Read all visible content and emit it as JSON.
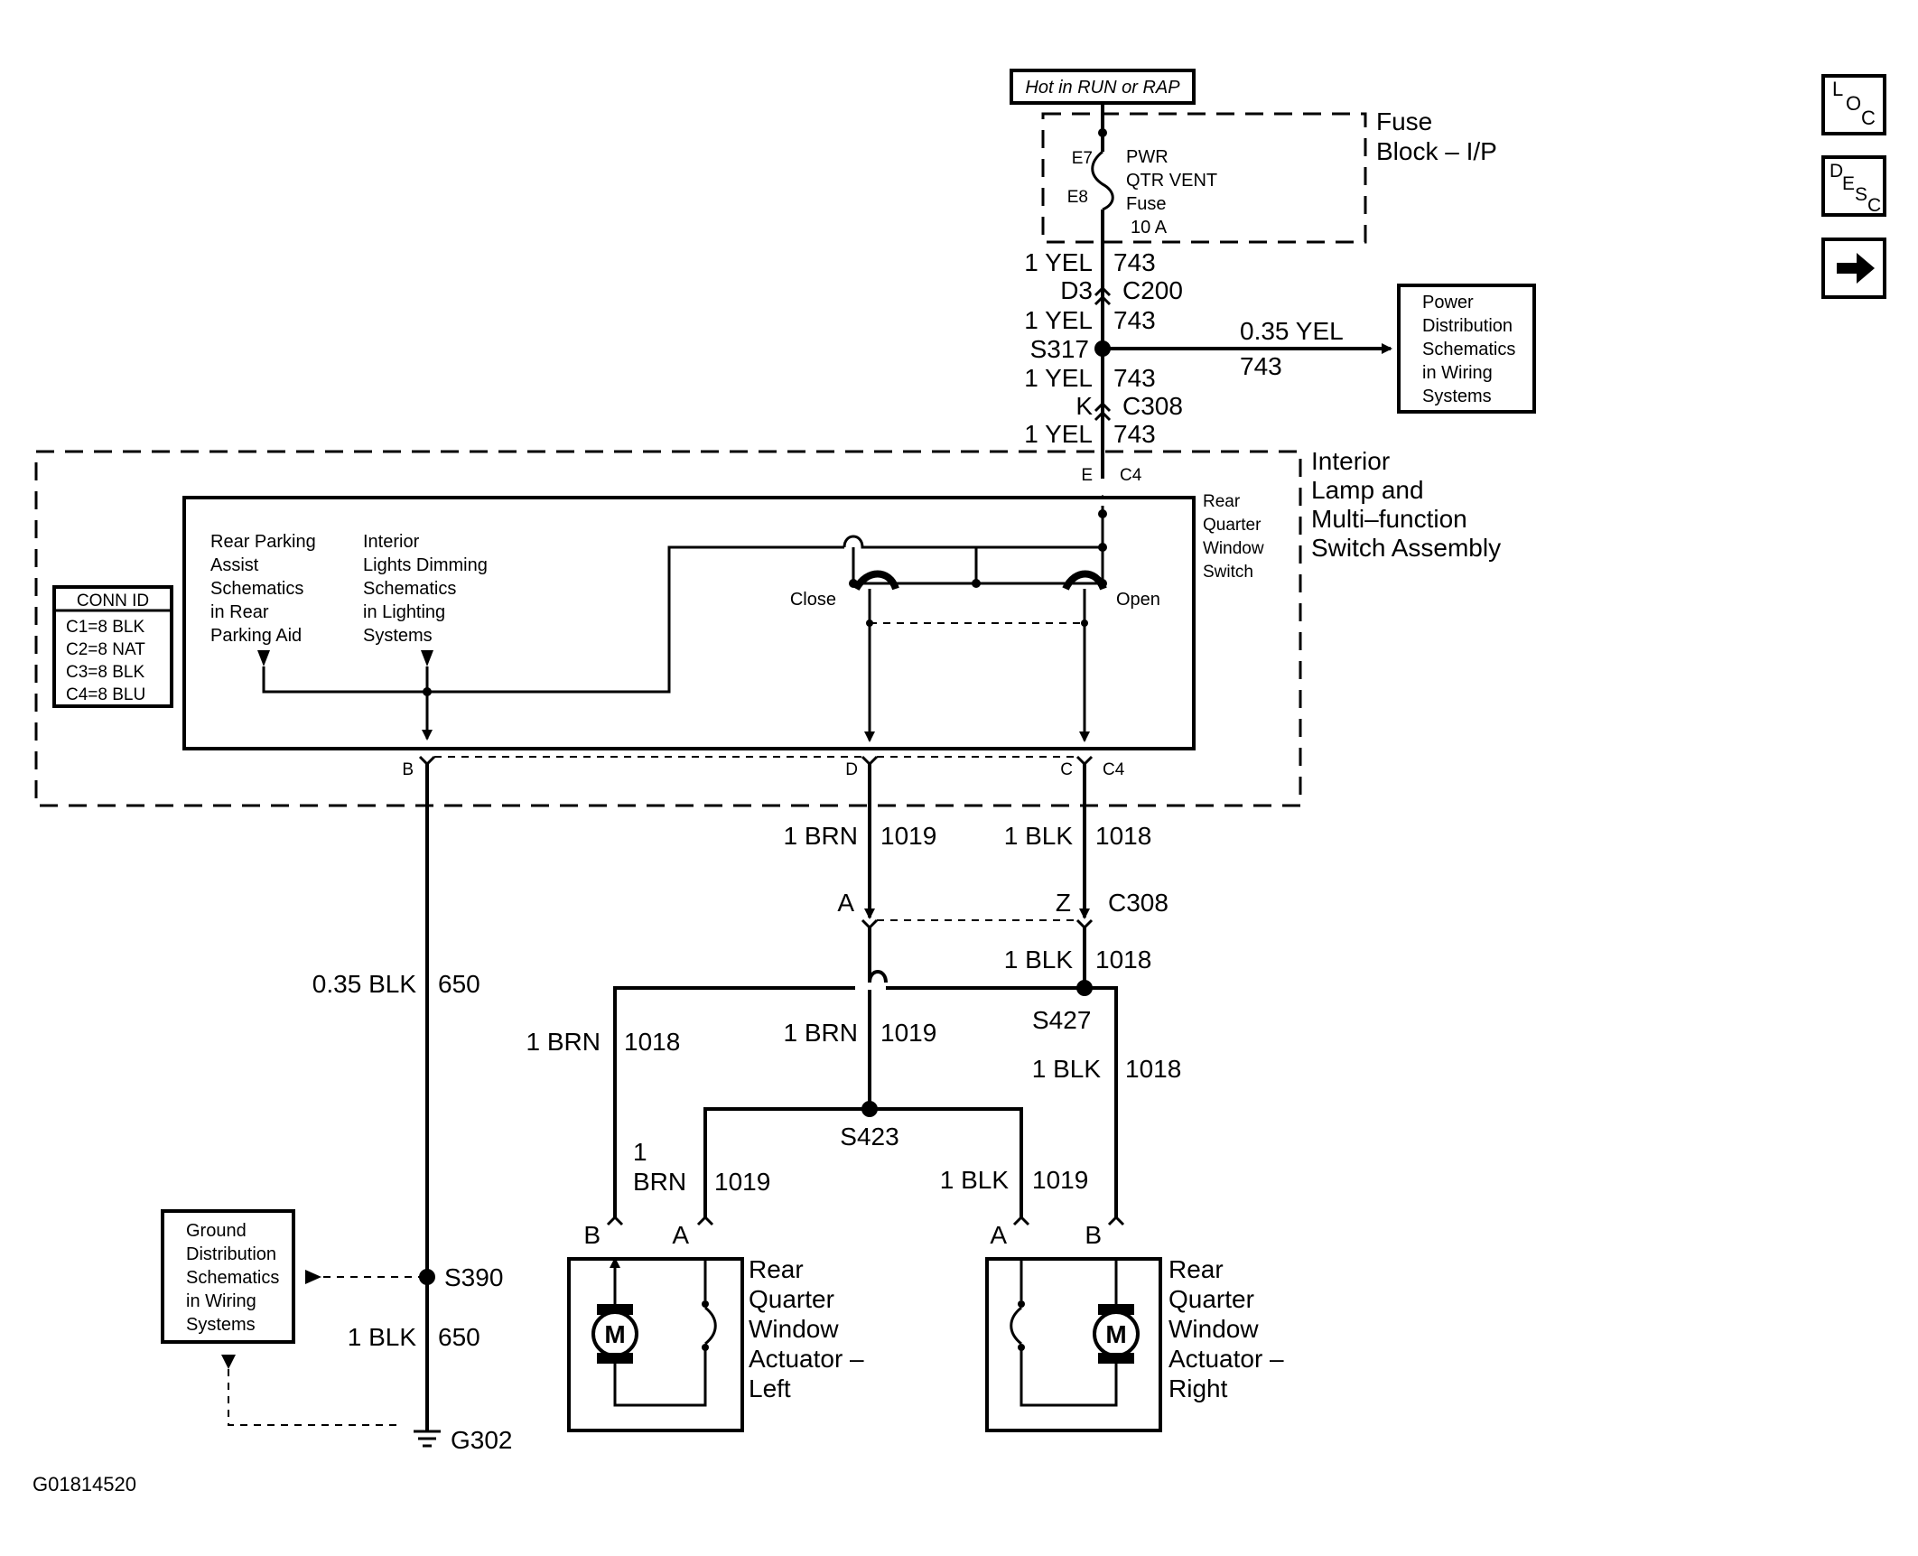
{
  "header_box": "Hot in RUN or RAP",
  "fuse_block": {
    "label_lines": [
      "Fuse",
      "Block – I/P"
    ],
    "pin_top": "E7",
    "pin_bottom": "E8",
    "fuse_lines": [
      "PWR",
      "QTR VENT",
      "Fuse",
      "10 A"
    ]
  },
  "feed_wires": [
    {
      "color": "1 YEL",
      "circuit": "743"
    },
    {
      "color": "1 YEL",
      "circuit": "743"
    },
    {
      "color": "1 YEL",
      "circuit": "743"
    },
    {
      "color": "1 YEL",
      "circuit": "743"
    }
  ],
  "connectors": {
    "c200_pin": "D3",
    "c200": "C200",
    "c308_pin_top": "K",
    "c308_top": "C308",
    "c4_pin_e": "E",
    "c4_top": "C4",
    "c4_pin_b": "B",
    "c4_pin_d": "D",
    "c4_pin_c": "C",
    "c4_bottom": "C4",
    "c308_pin_a": "A",
    "c308_pin_z": "Z",
    "c308_bottom": "C308"
  },
  "splices": {
    "s317": "S317",
    "s427": "S427",
    "s423": "S423",
    "s390": "S390",
    "g302": "G302"
  },
  "power_branch": {
    "color": "0.35 YEL",
    "circuit": "743"
  },
  "power_distribution_box": [
    "Power",
    "Distribution",
    "Schematics",
    "in Wiring",
    "Systems"
  ],
  "assembly": {
    "label_lines": [
      "Interior",
      "Lamp and",
      "Multi–function",
      "Switch Assembly"
    ],
    "switch_label": [
      "Rear",
      "Quarter",
      "Window",
      "Switch"
    ],
    "close": "Close",
    "open": "Open",
    "rear_parking_ref": [
      "Rear Parking",
      "Assist",
      "Schematics",
      "in Rear",
      "Parking Aid"
    ],
    "dimming_ref": [
      "Interior",
      "Lights Dimming",
      "Schematics",
      "in Lighting",
      "Systems"
    ]
  },
  "conn_id": {
    "title": "CONN ID",
    "rows": [
      "C1=8 BLK",
      "C2=8 NAT",
      "C3=8 BLK",
      "C4=8 BLU"
    ]
  },
  "wires": {
    "brn_upper": {
      "color": "1 BRN",
      "circuit": "1019"
    },
    "blk_upper": {
      "color": "1 BLK",
      "circuit": "1018"
    },
    "blk_mid": {
      "color": "1 BLK",
      "circuit": "1018"
    },
    "ground_upper": {
      "color": "0.35 BLK",
      "circuit": "650"
    },
    "ground_lower": {
      "color": "1 BLK",
      "circuit": "650"
    },
    "left_brn": {
      "color": "1 BRN",
      "circuit": "1018"
    },
    "center_brn": {
      "color": "1 BRN",
      "circuit": "1019"
    },
    "right_blk": {
      "color": "1 BLK",
      "circuit": "1018"
    },
    "left_a": {
      "color_line1": "1",
      "color_line2": "BRN",
      "circuit": "1019"
    },
    "right_a": {
      "color": "1 BLK",
      "circuit": "1019"
    }
  },
  "actuator_left": {
    "label_lines": [
      "Rear",
      "Quarter",
      "Window",
      "Actuator –",
      "Left"
    ],
    "pin_b": "B",
    "pin_a": "A",
    "motor": "M"
  },
  "actuator_right": {
    "label_lines": [
      "Rear",
      "Quarter",
      "Window",
      "Actuator –",
      "Right"
    ],
    "pin_a": "A",
    "pin_b": "B",
    "motor": "M"
  },
  "ground_distribution_box": [
    "Ground",
    "Distribution",
    "Schematics",
    "in Wiring",
    "Systems"
  ],
  "figure_id": "G01814520",
  "nav_buttons": {
    "loc": [
      "L",
      "O",
      "C"
    ],
    "desc": [
      "D",
      "E",
      "S",
      "C"
    ],
    "next_icon": "arrow-right-icon"
  }
}
